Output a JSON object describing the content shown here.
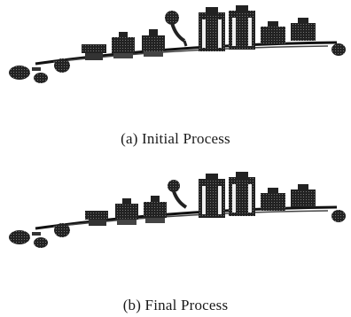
{
  "figure": {
    "panels": [
      {
        "id": "a",
        "caption": "(a)  Initial  Process"
      },
      {
        "id": "b",
        "caption": "(b)  Final  Process"
      }
    ]
  }
}
